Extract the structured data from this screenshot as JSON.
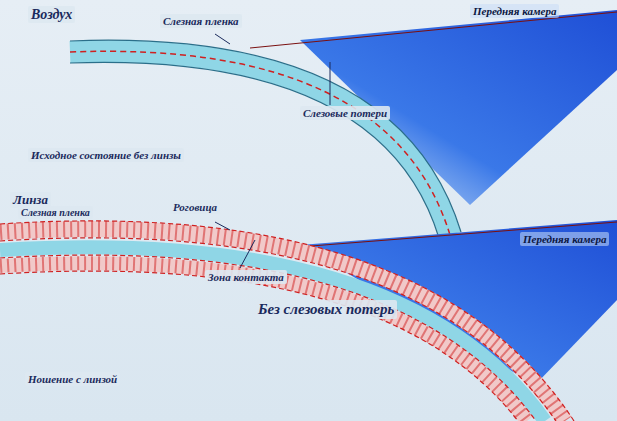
{
  "diagram": {
    "labels": [
      "Воздух",
      "Слезная пленка",
      "Передняя камера",
      "Слезовые потери",
      "Исходное состояние без линзы",
      "Линза",
      "Слезная пленка",
      "Роговица",
      "Передняя камера",
      "Зона контакта",
      "Без слезовых потерь",
      "Ношение с линзой"
    ]
  }
}
